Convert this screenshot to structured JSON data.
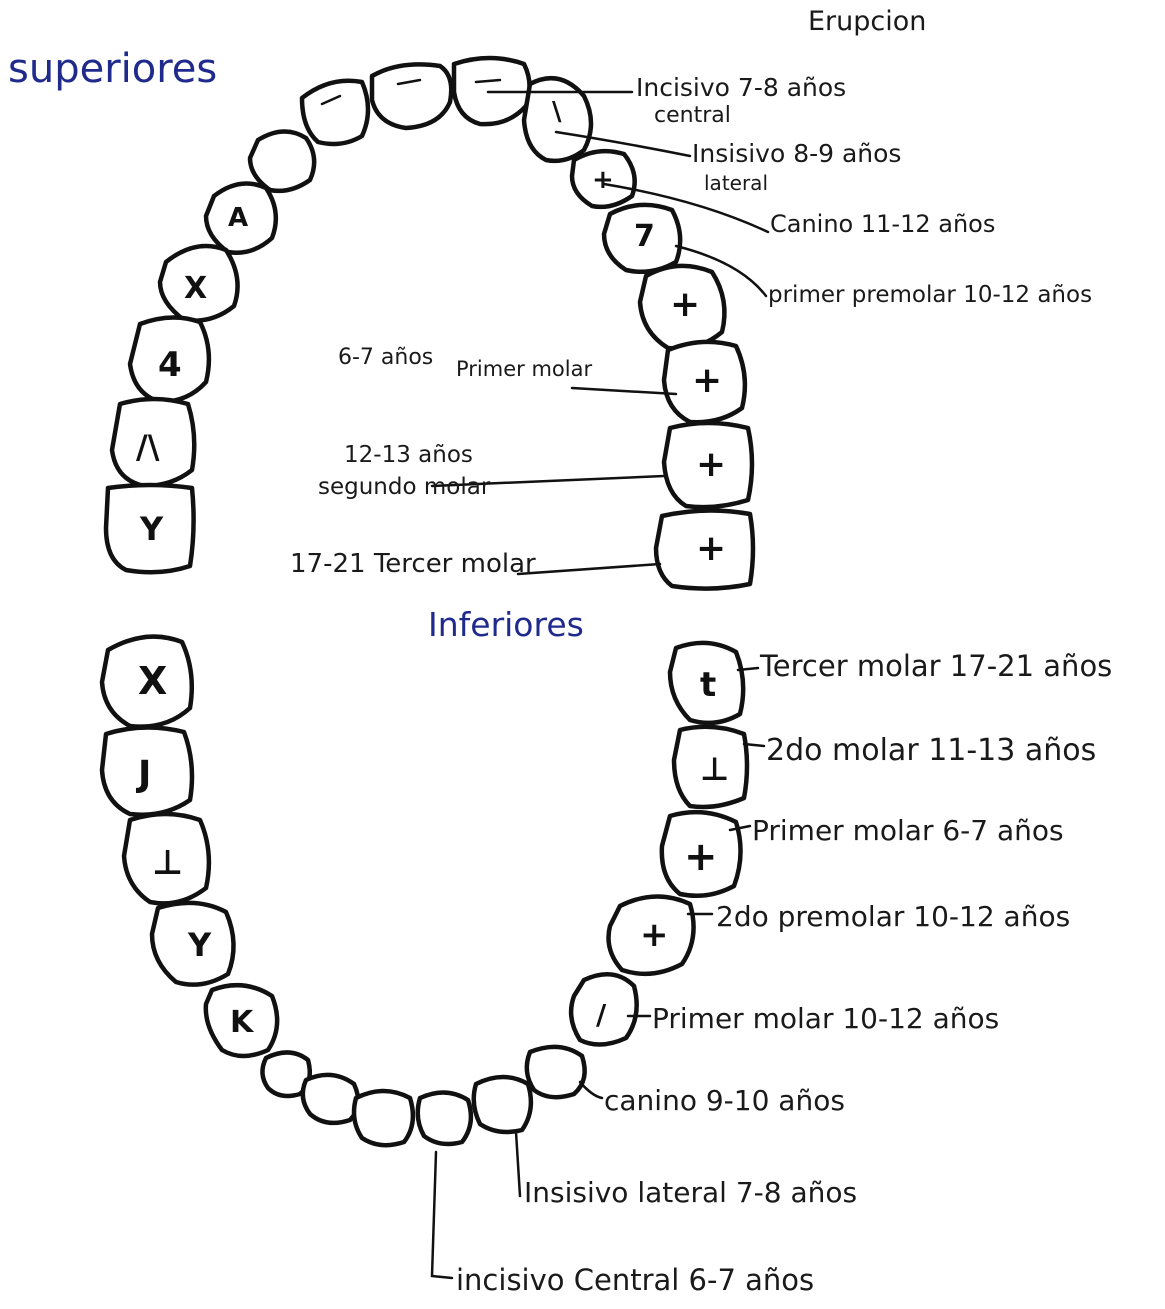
{
  "title": "Erupcion",
  "upper_heading": "superiores",
  "lower_heading": "Inferiores",
  "upper_labels": [
    {
      "line1": "Incisivo 7-8 años",
      "line2": "central"
    },
    {
      "line1": "Insisivo 8-9 años",
      "line2": "lateral"
    },
    {
      "line1": "Canino 11-12 años",
      "line2": ""
    },
    {
      "line1": "primer premolar 10-12 años",
      "line2": ""
    },
    {
      "line1": "6-7 años",
      "line2": "Primer molar"
    },
    {
      "line1": "12-13 años",
      "line2": "segundo molar"
    },
    {
      "line1": "17-21 Tercer molar",
      "line2": ""
    }
  ],
  "lower_labels": [
    "Tercer molar 17-21 años",
    "2do molar 11-13 años",
    "Primer molar 6-7 años",
    "2do premolar 10-12 años",
    "Primer molar 10-12 años",
    "canino 9-10 años",
    "Insisivo lateral 7-8 años",
    "incisivo Central 6-7 años"
  ],
  "tooth_marks": {
    "upper_left": [
      "",
      "",
      "",
      "A",
      "X",
      "4",
      "/\\",
      "Y"
    ],
    "upper_right": [
      "",
      "\\",
      "+",
      "7",
      "+",
      "+",
      "+",
      "+"
    ],
    "lower_left": [
      "X",
      "J",
      "⊥",
      "Y",
      "K",
      "",
      "",
      ""
    ],
    "lower_right": [
      "t",
      "⊥",
      "+",
      "+",
      "/",
      "",
      "",
      ""
    ]
  }
}
